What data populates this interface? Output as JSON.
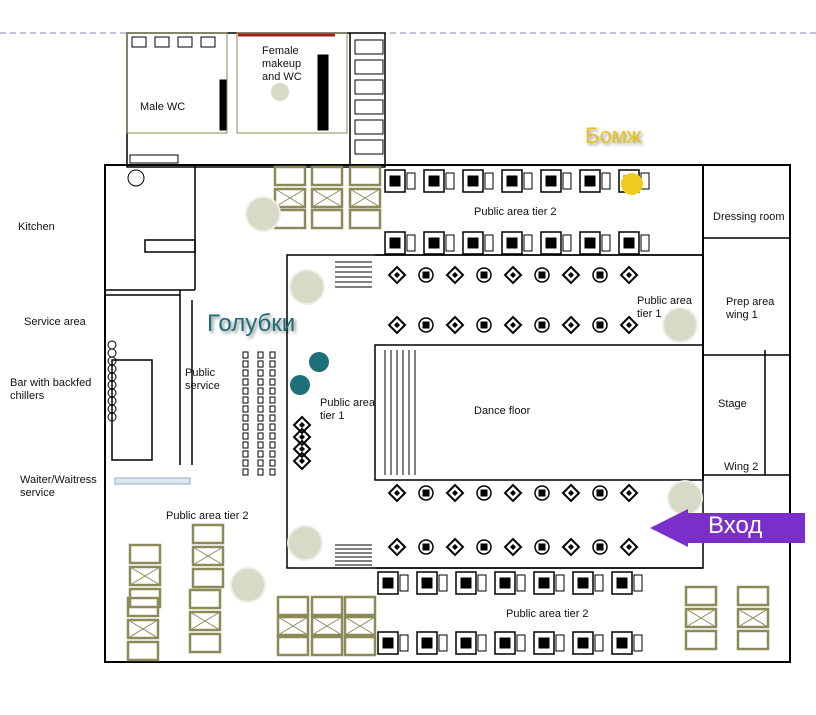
{
  "plan": {
    "labels": {
      "female_wc": "Female makeup and WC",
      "male_wc": "Male WC",
      "kitchen": "Kitchen",
      "service_area": "Service area",
      "bar": "Bar with backfed chillers",
      "waiter_service": "Waiter/Waitress service",
      "public_service": "Public service",
      "public_tier2_top": "Public area tier 2",
      "public_tier1_right": "Public area tier 1",
      "public_tier1_left": "Public area tier 1",
      "dance_floor": "Dance floor",
      "dressing_room": "Dressing room",
      "prep_area": "Prep area wing 1",
      "stage": "Stage",
      "wing2": "Wing 2",
      "public_tier2_left": "Public area tier 2",
      "public_tier2_bottom": "Public area tier 2"
    },
    "annotations": {
      "golubki": "Голубки",
      "bomzh": "Бомж",
      "entrance": "Вход"
    },
    "colors": {
      "teal_marker": "#1f6f7a",
      "yellow_marker": "#f2cc1c",
      "entrance_arrow": "#7b2fc9",
      "olive_furniture": "#8b8b5a",
      "grey_column": "#d9d9c8"
    }
  }
}
